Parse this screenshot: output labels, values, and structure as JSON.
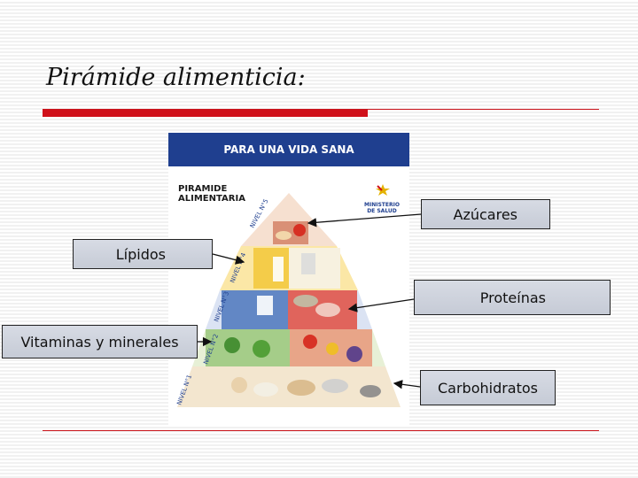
{
  "slide": {
    "title": "Pirámide alimenticia:"
  },
  "poster": {
    "header": "PARA UNA VIDA SANA",
    "title": "PIRAMIDE\nALIMENTARIA",
    "ministry": "MINISTERIO\nDE SALUD",
    "levels": [
      "NIVEL N°5",
      "NIVEL N°4",
      "NIVEL N°3",
      "NIVEL N°2",
      "NIVEL N°1"
    ]
  },
  "labels": {
    "sugars": "Azúcares",
    "lipids": "Lípidos",
    "proteins": "Proteínas",
    "vitamins": "Vitaminas y minerales",
    "carbs": "Carbohidratos"
  },
  "colors": {
    "accent_red": "#d0101a",
    "label_fill": "#c9cfd9",
    "poster_header": "#1f3f8f"
  }
}
